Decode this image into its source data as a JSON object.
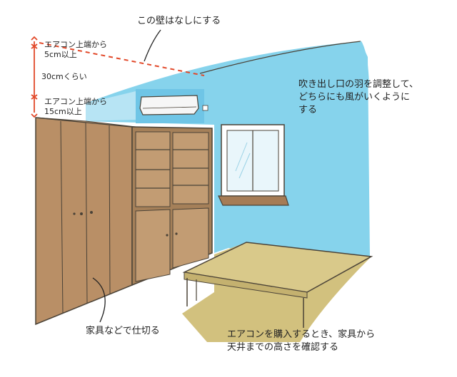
{
  "annotations": {
    "remove_wall": "この壁はなしにする",
    "ac_top_line1": "エアコン上端から",
    "ac_top_line2": "5cm以上",
    "gap": "30cmくらい",
    "ac_bottom_line1": "エアコン上端から",
    "ac_bottom_line2": "15cm以上",
    "adjust_fins_line1": "吹き出し口の羽を調整して、",
    "adjust_fins_line2": "どちらにも風がいくように",
    "adjust_fins_line3": "する",
    "partition_furniture": "家具などで仕切る",
    "check_height_line1": "エアコンを購入するとき、家具から",
    "check_height_line2": "天井までの高さを確認する"
  },
  "colors": {
    "wall_blue": "#86d3ec",
    "wall_blue_light": "#a6def2",
    "floor_olive": "#d2c17e",
    "wood": "#b98f66",
    "wood_dark": "#9c7753",
    "bed": "#d9c98a",
    "ac_white": "#f6f6f6",
    "dim_red": "#e2492a",
    "line": "#4a4237"
  }
}
